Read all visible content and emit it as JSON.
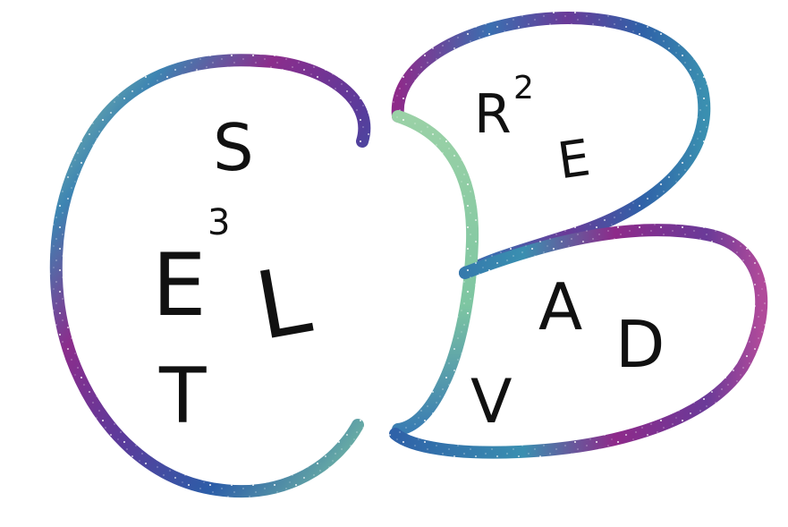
{
  "regions": [
    {
      "id": "left-region",
      "letters": [
        {
          "text": "S",
          "sup": ""
        },
        {
          "text": "E",
          "sup": "3"
        },
        {
          "text": "L",
          "sup": ""
        },
        {
          "text": "T",
          "sup": ""
        }
      ]
    },
    {
      "id": "upper-right-region",
      "letters": [
        {
          "text": "R",
          "sup": "2"
        },
        {
          "text": "E",
          "sup": ""
        }
      ]
    },
    {
      "id": "lower-right-region",
      "letters": [
        {
          "text": "A",
          "sup": ""
        },
        {
          "text": "D",
          "sup": ""
        },
        {
          "text": "V",
          "sup": ""
        }
      ]
    }
  ],
  "stroke_colors": [
    "#8e2a8a",
    "#5b3a9c",
    "#2f62a8",
    "#3a8fb0",
    "#7ccaa4",
    "#a1d4a8"
  ]
}
